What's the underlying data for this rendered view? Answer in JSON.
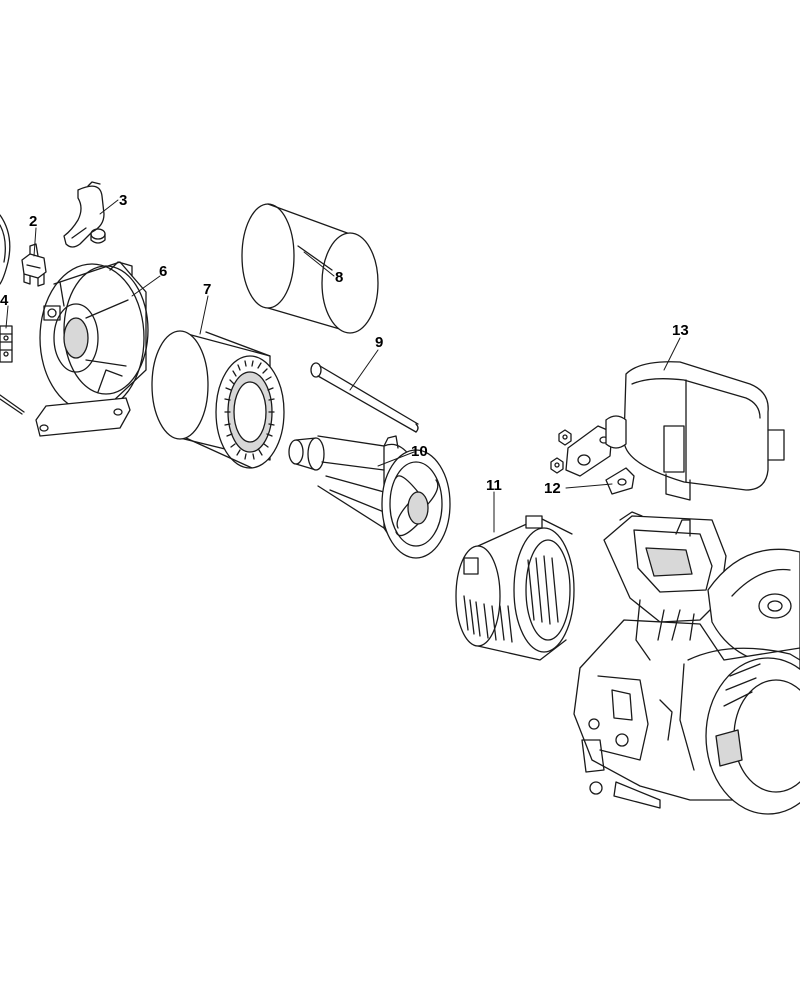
{
  "colors": {
    "line": "#1a1a1a",
    "fill": "#ffffff",
    "shade": "#d8d8d8",
    "background": "#ffffff"
  },
  "callouts": [
    {
      "id": "part-2",
      "label": "2"
    },
    {
      "id": "part-3",
      "label": "3"
    },
    {
      "id": "part-4",
      "label": "4"
    },
    {
      "id": "part-6",
      "label": "6"
    },
    {
      "id": "part-7",
      "label": "7"
    },
    {
      "id": "part-8",
      "label": "8"
    },
    {
      "id": "part-9",
      "label": "9"
    },
    {
      "id": "part-10",
      "label": "10"
    },
    {
      "id": "part-11",
      "label": "11"
    },
    {
      "id": "part-12",
      "label": "12"
    },
    {
      "id": "part-13",
      "label": "13"
    }
  ]
}
